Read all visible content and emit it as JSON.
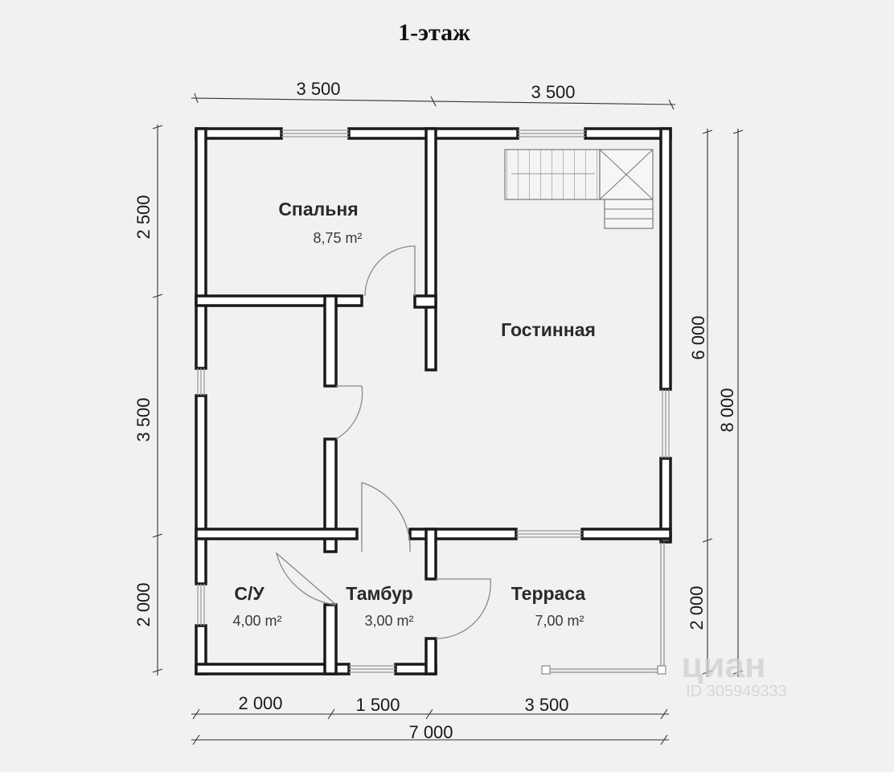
{
  "title": "1-этаж",
  "rooms": {
    "bedroom": {
      "name": "Спальня",
      "area": "8,75 m²"
    },
    "living": {
      "name": "Гостинная"
    },
    "bathroom": {
      "name": "С/У",
      "area": "4,00 m²"
    },
    "vestibule": {
      "name": "Тамбур",
      "area": "3,00 m²"
    },
    "terrace": {
      "name": "Терраса",
      "area": "7,00 m²"
    }
  },
  "dimensions": {
    "top_left": "3 500",
    "top_right": "3 500",
    "left_top": "2 500",
    "left_mid": "3 500",
    "left_bottom": "2 000",
    "right_upper": "6 000",
    "right_lower": "2 000",
    "right_total": "8 000",
    "bottom_a": "2 000",
    "bottom_b": "1 500",
    "bottom_c": "3 500",
    "bottom_total": "7 000"
  },
  "watermark": {
    "brand": "циан",
    "id": "ID 305949333"
  },
  "colors": {
    "background": "#f1f1ef",
    "wall": "#1a1a1a",
    "wall_fill": "#ffffff",
    "line": "#333333"
  }
}
